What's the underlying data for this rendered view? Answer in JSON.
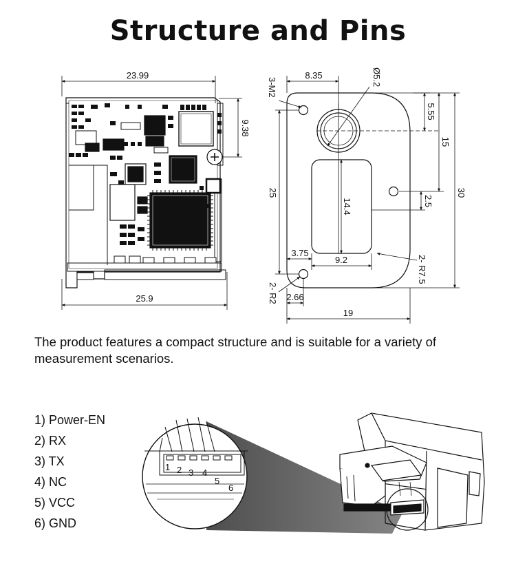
{
  "title": "Structure and Pins",
  "dimensions": {
    "board_width": "23.99",
    "board_side_offset": "9.38",
    "board_total_width": "25.9",
    "hole_offset": "8.35",
    "lens_diameter": "Ø5.2",
    "mount_holes": "3-M2",
    "lens_center_height": "5.55",
    "upper_height": "15",
    "total_height": "30",
    "left_height": "25",
    "window_height": "14.4",
    "right_hole_offset": "2.5",
    "left_offset": "3.75",
    "window_width": "9.2",
    "corner_radius": "2- R7.5",
    "bottom_radius": "2- R2",
    "bottom_offset": "2.66",
    "total_width": "19"
  },
  "description": "The product features a compact structure and is suitable for a variety of measurement scenarios.",
  "pins": [
    "1) Power-EN",
    "2) RX",
    "3) TX",
    "4) NC",
    "5) VCC",
    "6) GND"
  ],
  "connector_pin_numbers": [
    "1",
    "2",
    "3",
    "4",
    "5",
    "6"
  ]
}
